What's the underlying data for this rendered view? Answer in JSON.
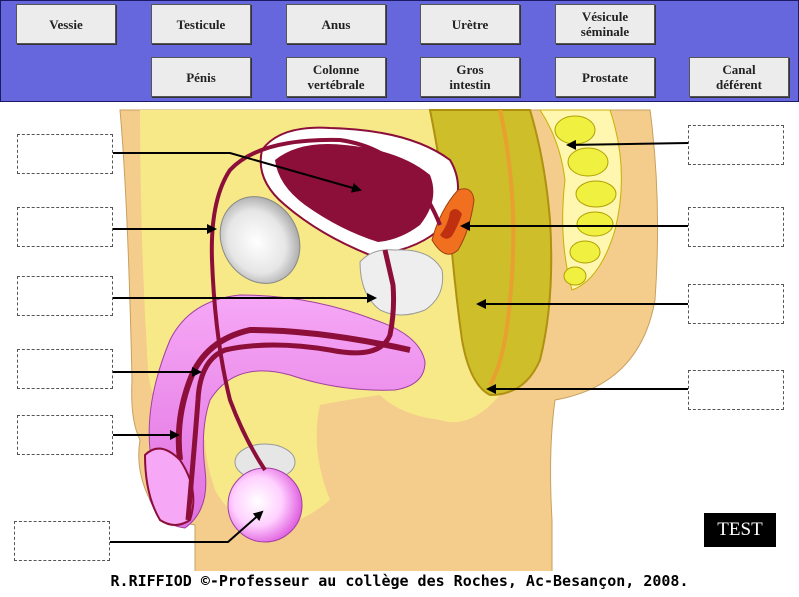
{
  "labels": {
    "row1": [
      "Vessie",
      "Testicule",
      "Anus",
      "Urètre",
      "Vésicule\nséminale"
    ],
    "row2": [
      "Pénis",
      "Colonne\nvertébrale",
      "Gros\nintestin",
      "Prostate",
      "Canal\ndéférent"
    ]
  },
  "test_button": "TEST",
  "credit": "R.RIFFIOD ©-Professeur au collège des Roches, Ac-Besançon, 2008.",
  "colors": {
    "toolbar": "#6666dd",
    "body_skin": "#f4cc8c",
    "inner_yellow": "#f7e987",
    "bladder": "#8c0f3a",
    "penis": "#ee82ee",
    "intestine": "#cdbe2a",
    "vertebrae": "#f0f040"
  }
}
